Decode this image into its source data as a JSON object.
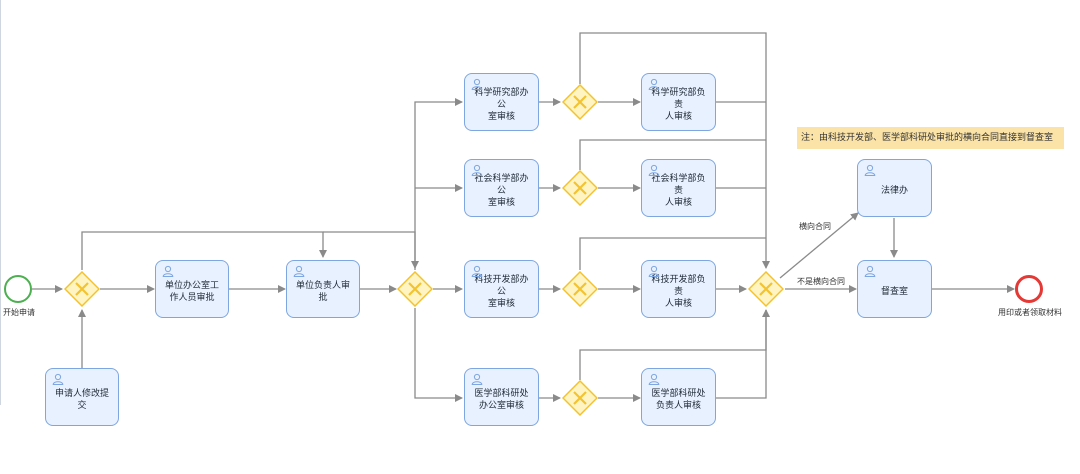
{
  "events": {
    "start": "开始申请",
    "end": "用印或者领取材料"
  },
  "tasks": {
    "applicant_resubmit": "申请人修改提交",
    "unit_office_staff": "单位办公室工\n作人员审批",
    "unit_head": "单位负责人审批",
    "sci_research_office": "科学研究部办公\n室审核",
    "sci_research_head": "科学研究部负责\n人审核",
    "social_sci_office": "社会科学部办公\n室审核",
    "social_sci_head": "社会科学部负责\n人审核",
    "tech_dev_office": "科技开发部办公\n室审核",
    "tech_dev_head": "科技开发部负责\n人审核",
    "med_research_office": "医学部科研处\n办公室审核",
    "med_research_head": "医学部科研处\n负责人审核",
    "legal_office": "法律办",
    "supervision_office": "督查室"
  },
  "edge_labels": {
    "horizontal_contract": "横向合同",
    "not_horizontal_contract": "不是横向合同"
  },
  "note": "注：由科技开发部、医学部科研处审批的横向合同直接到督查室",
  "colors": {
    "task_fill": "#e8f1ff",
    "task_border": "#7ea6e0",
    "gateway_fill": "#fff4c2",
    "gateway_border": "#f2c230",
    "start_border": "#4caf50",
    "end_border": "#e53935",
    "flow_line": "#8a8a8a",
    "note_fill": "#fbe3a7"
  }
}
